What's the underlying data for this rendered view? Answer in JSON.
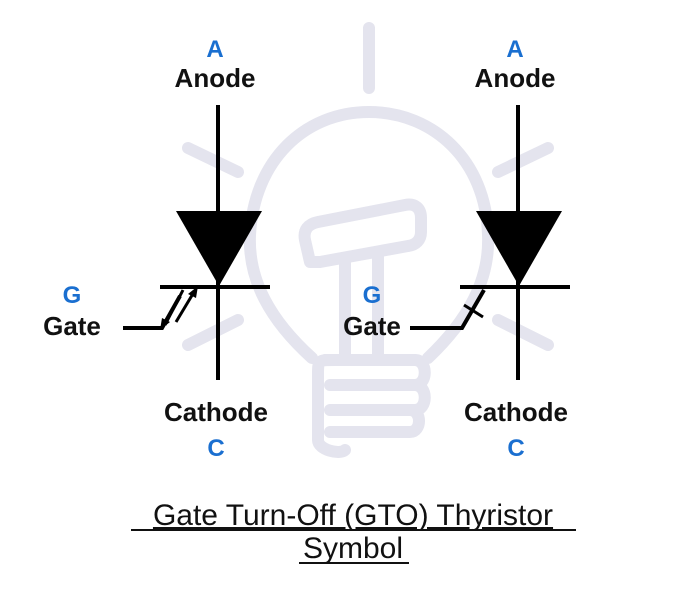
{
  "title_line1": "Gate Turn-Off (GTO) Thyristor",
  "title_line2": "Symbol",
  "symbols": [
    {
      "variant": "light-triggered-arrows",
      "anode_letter": "A",
      "anode_label": "Anode",
      "gate_letter": "G",
      "gate_label": "Gate",
      "cathode_label": "Cathode",
      "cathode_letter": "C"
    },
    {
      "variant": "slash-gate",
      "anode_letter": "A",
      "anode_label": "Anode",
      "gate_letter": "G",
      "gate_label": "Gate",
      "cathode_label": "Cathode",
      "cathode_letter": "C"
    }
  ],
  "colors": {
    "terminal_letter": "#1a6fd0",
    "watermark": "#e4e4ee"
  }
}
